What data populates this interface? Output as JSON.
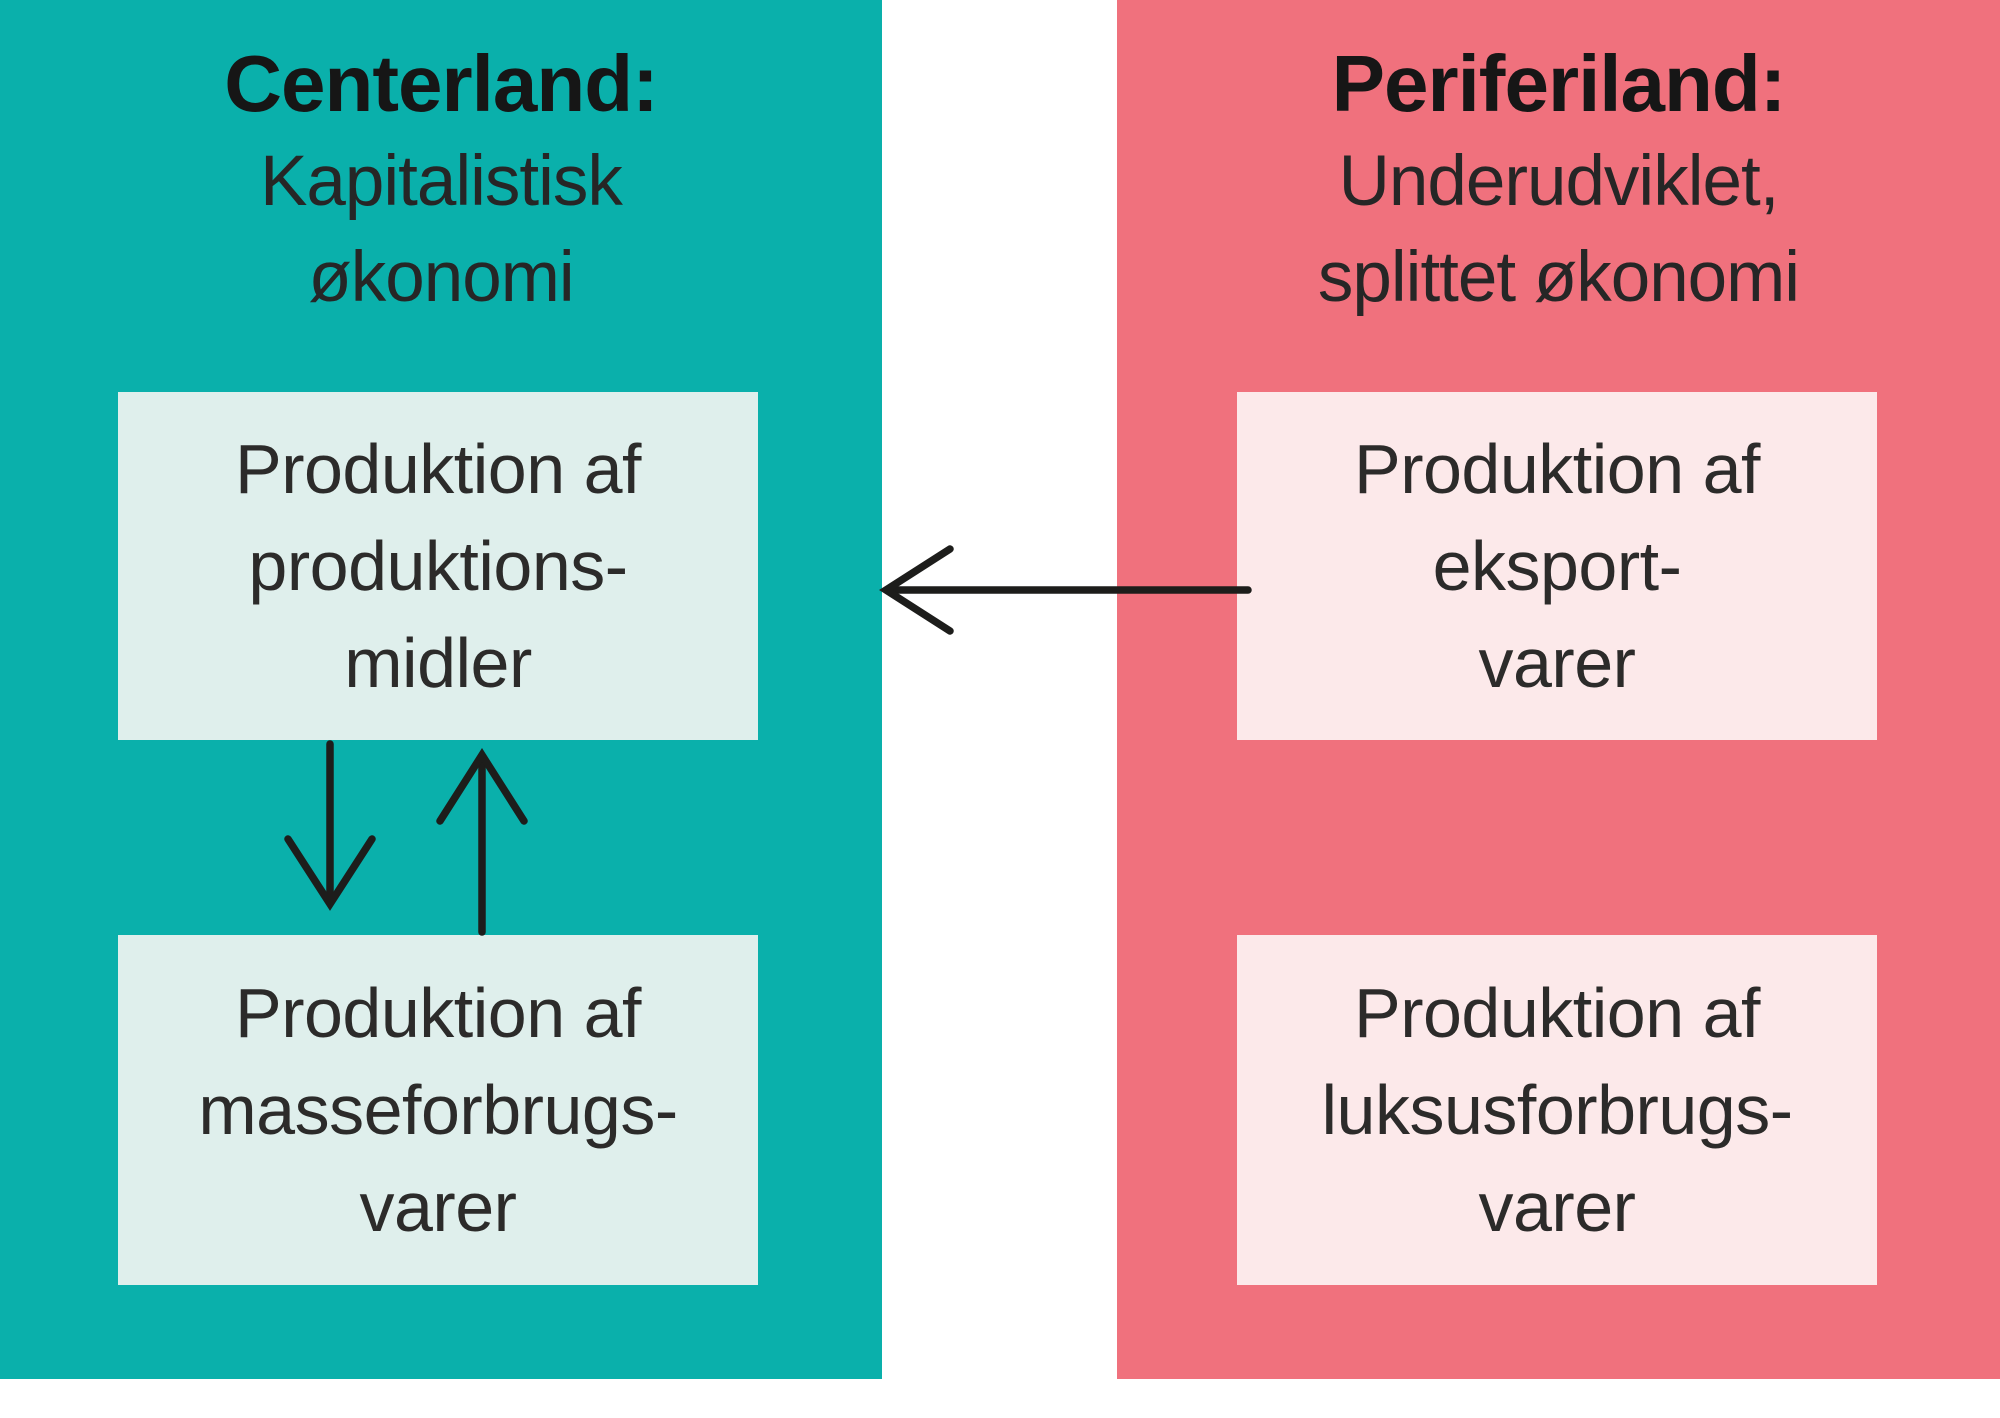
{
  "panels": [
    {
      "id": "centerland",
      "heading": "Centerland:",
      "subheading_lines": [
        "Kapitalistisk",
        "økonomi"
      ],
      "panel_color": "#0ab0ab",
      "box_color": "#dfefec",
      "boxes": [
        {
          "lines": [
            "Produktion af",
            "produktions-",
            "midler"
          ]
        },
        {
          "lines": [
            "Produktion af",
            "masseforbrugs-",
            "varer"
          ]
        }
      ]
    },
    {
      "id": "periferiland",
      "heading": "Periferiland:",
      "subheading_lines": [
        "Underudviklet,",
        "splittet økonomi"
      ],
      "panel_color": "#f0717d",
      "box_color": "#fce9ea",
      "boxes": [
        {
          "lines": [
            "Produktion af",
            "eksport-",
            "varer"
          ]
        },
        {
          "lines": [
            "Produktion af",
            "luksusforbrugs-",
            "varer"
          ]
        }
      ]
    }
  ],
  "arrows": [
    {
      "id": "export-to-centerland",
      "direction": "right-to-left",
      "from_box": "eksport-varer",
      "to_box": "produktions-midler"
    },
    {
      "id": "means-to-mass-consumption",
      "direction": "down",
      "from_box": "produktions-midler",
      "to_box": "masseforbrugs-varer"
    },
    {
      "id": "mass-consumption-to-means",
      "direction": "up",
      "from_box": "masseforbrugs-varer",
      "to_box": "produktions-midler"
    }
  ],
  "colors": {
    "teal_panel": "#0ab0ab",
    "pink_panel": "#f0717d",
    "teal_box": "#dfefec",
    "pink_box": "#fce9ea",
    "arrow": "#1d1d1b",
    "heading_text": "#161616",
    "body_text": "#2c2b2a",
    "background": "#ffffff"
  }
}
